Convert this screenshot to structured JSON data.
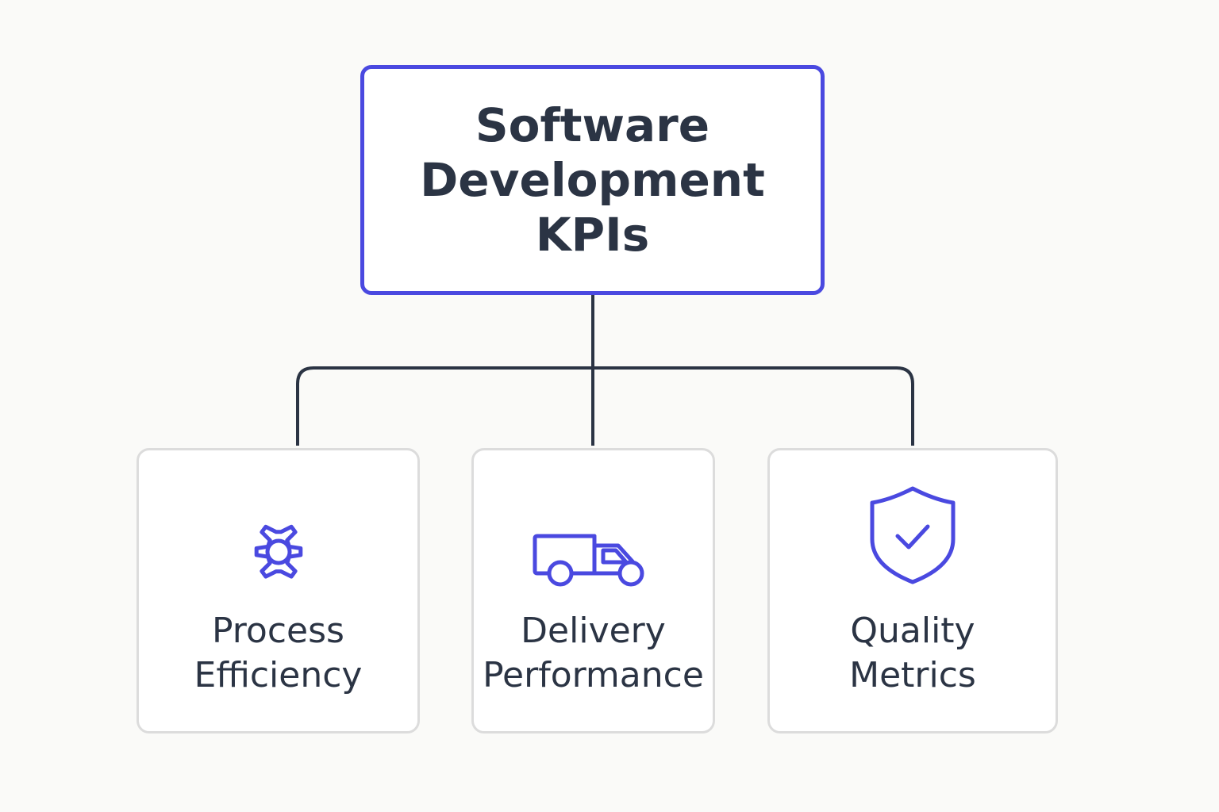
{
  "diagram": {
    "root": {
      "lines": [
        "Software",
        "Development",
        "KPIs"
      ]
    },
    "children": [
      {
        "icon": "gear-icon",
        "lines": [
          "Process",
          "Efficiency"
        ]
      },
      {
        "icon": "truck-icon",
        "lines": [
          "Delivery",
          "Performance"
        ]
      },
      {
        "icon": "shield-check-icon",
        "lines": [
          "Quality",
          "Metrics"
        ]
      }
    ],
    "colors": {
      "accent": "#4a49e0",
      "text": "#2b3444",
      "connector": "#2b3444",
      "card_border": "#dcdcdc",
      "background": "#fafaf8"
    }
  }
}
